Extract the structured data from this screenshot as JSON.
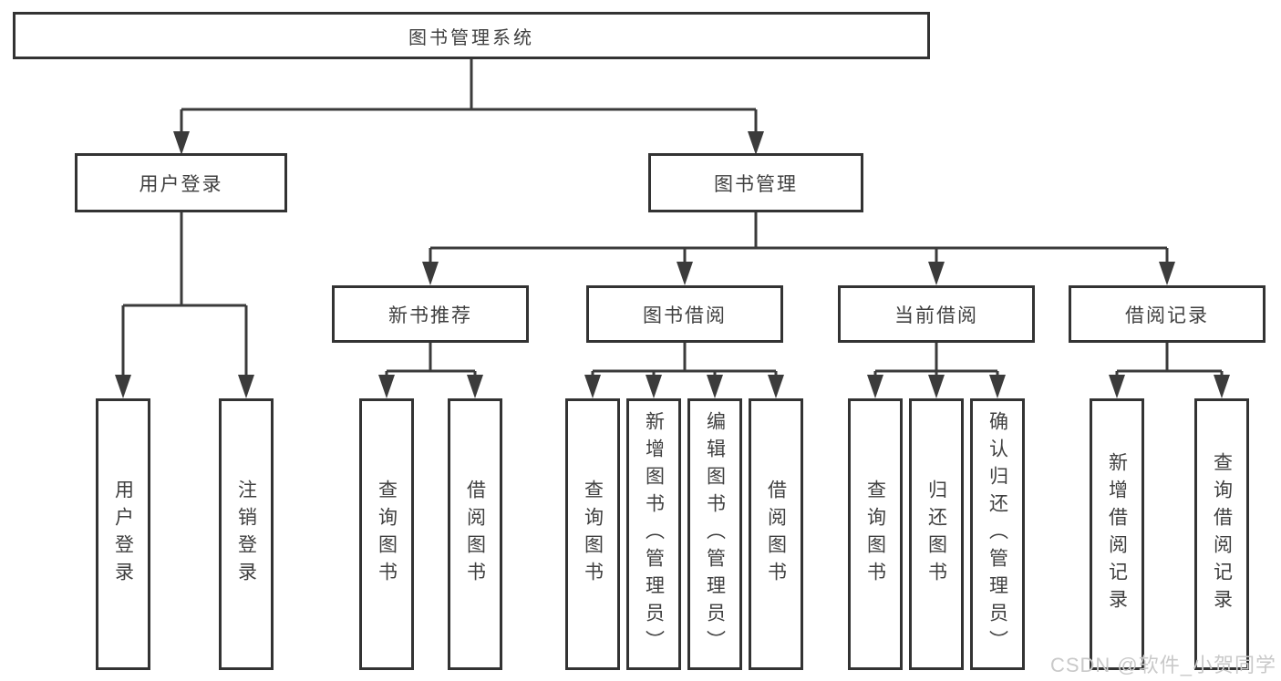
{
  "diagram": {
    "root": {
      "label": "图书管理系统"
    },
    "level2": [
      {
        "label": "用户登录",
        "children": [
          {
            "label": "用户登录"
          },
          {
            "label": "注销登录"
          }
        ]
      },
      {
        "label": "图书管理",
        "children": [
          {
            "label": "新书推荐",
            "children": [
              {
                "label": "查询图书"
              },
              {
                "label": "借阅图书"
              }
            ]
          },
          {
            "label": "图书借阅",
            "children": [
              {
                "label": "查询图书"
              },
              {
                "label": "新增图书（管理员）"
              },
              {
                "label": "编辑图书（管理员）"
              },
              {
                "label": "借阅图书"
              }
            ]
          },
          {
            "label": "当前借阅",
            "children": [
              {
                "label": "查询图书"
              },
              {
                "label": "归还图书"
              },
              {
                "label": "确认归还（管理员）"
              }
            ]
          },
          {
            "label": "借阅记录",
            "children": [
              {
                "label": "新增借阅记录"
              },
              {
                "label": "查询借阅记录"
              }
            ]
          }
        ]
      }
    ]
  },
  "watermark": {
    "label": "CSDN @软件_小贺同学"
  },
  "colors": {
    "line": "#3b3b3b",
    "box_border": "#333333",
    "text": "#404040",
    "background": "#ffffff",
    "watermark": "#c9c9c9"
  }
}
